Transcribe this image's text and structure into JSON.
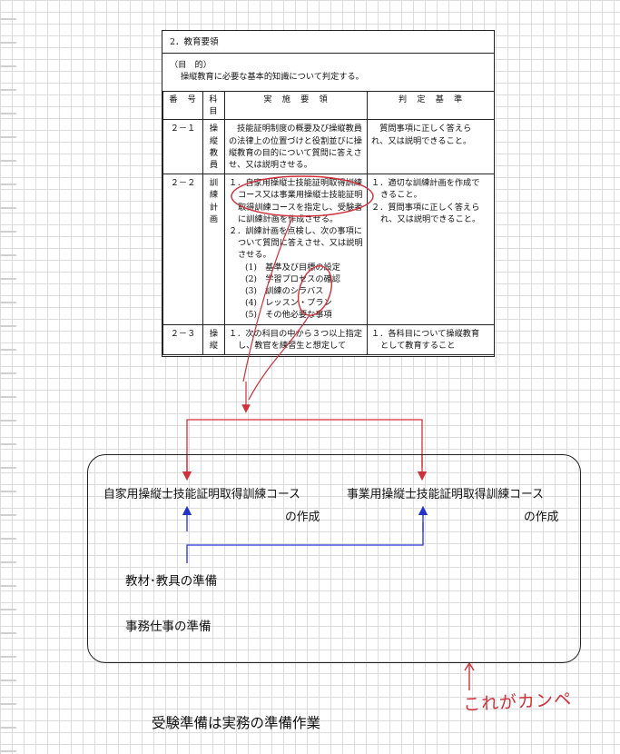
{
  "document": {
    "heading": "2．教育要領",
    "purpose_heading": "（目　的）",
    "purpose_text": "操縦教育に必要な基本的知識について判定する。",
    "columns": [
      "番　号",
      "科目",
      "実　施　要　領",
      "判　定　基　準"
    ],
    "rows": [
      {
        "number": "２－１",
        "subject": "操縦教員",
        "procedure": [
          "　技能証明制度の概要及び操縦教員",
          "の法律上の位置づけと役割並びに操",
          "縦教育の目的について質問に答えさ",
          "せ、又は説明させる。"
        ],
        "criteria": [
          "　質問事項に正しく答えら",
          "れ、又は説明できること。"
        ]
      },
      {
        "number": "２－２",
        "subject": "訓練計画",
        "procedure": [
          "１．自家用操縦士技能証明取得訓練",
          "コース又は事業用操縦士技能証明",
          "取得訓練コースを指定し、受験者",
          "に訓練計画を作成させる。",
          "２．訓練計画を点検し、次の事項に",
          "ついて質問に答えさせ、又は説明",
          "させる。",
          "(1)　基準及び目標の設定",
          "(2)　学習プロセスの確認",
          "(3)　訓練のシラバス",
          "(4)　レッスン・プラン",
          "(5)　その他必要な事項"
        ],
        "criteria": [
          "１．適切な訓練計画を作成で",
          "きること。",
          "２．質問事項に正しく答えら",
          "れ、又は説明できること。"
        ]
      },
      {
        "number": "２－３",
        "subject": "操縦",
        "procedure": [
          "１．次の科目の中から３つ以上指定",
          "し、教官を練習生と想定して"
        ],
        "criteria": [
          "１．各科目について操縦教育",
          "として教育すること"
        ]
      }
    ]
  },
  "diagram": {
    "course_private": "自家用操縦士技能証明取得訓練コース",
    "course_commercial": "事業用操縦士技能証明取得訓練コース",
    "creation_suffix": "の作成",
    "prep_materials": "教材･教具の準備",
    "prep_office": "事務仕事の準備"
  },
  "annotation": {
    "handwritten_note": "これがカンペ"
  },
  "footer": {
    "summary": "受験準備は実務の準備作業"
  },
  "colors": {
    "annotation_red": "#d0303a",
    "connector_blue": "#2233cc",
    "grid": "#dcdcdc"
  }
}
